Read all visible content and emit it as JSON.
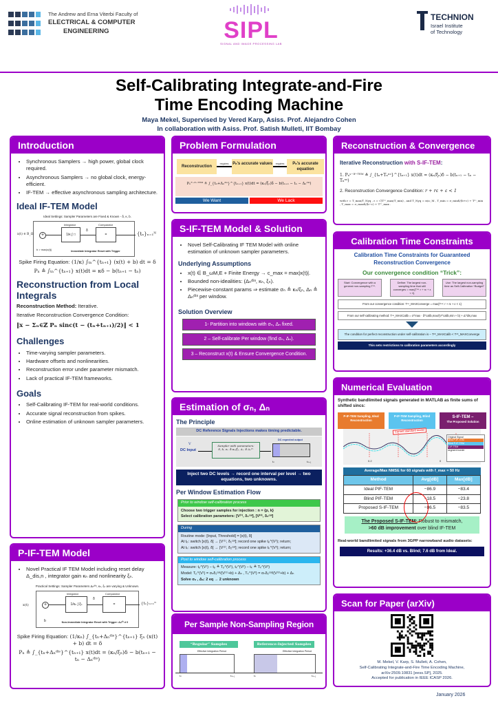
{
  "header": {
    "faculty_line1": "The Andrew and Erna Viterbi Faculty of",
    "faculty_line2": "ELECTRICAL & COMPUTER",
    "faculty_line3": "ENGINEERING",
    "lab_logo": "SIPL",
    "lab_sub": "SIGNAL AND IMAGE PROCESSING LAB",
    "uni_name": "TECHNION",
    "uni_line2": "Israel Institute",
    "uni_line3": "of Technology",
    "title_line1": "Self-Calibrating Integrate-and-Fire",
    "title_line2": "Time Encoding Machine",
    "authors": "Maya Mekel, Supervised by Vered Karp, Asiss. Prof. Alejandro Cohen",
    "collab": "In collaboration with Asiss. Prof. Satish Mulleti, IIT Bombay",
    "accent": "#9b00c8"
  },
  "intro": {
    "title": "Introduction",
    "bullets": [
      "Synchronous Samplers → high power, global clock required.",
      "Asynchronous Samplers → no global clock, energy-efficient.",
      "IF-TEM → effective asynchronous sampling architecture."
    ],
    "ideal_title": "Ideal IF-TEM Model",
    "ideal_settings": "Ideal Settings: Sampler Parameters are Fixed & Known - δ, κ, b.",
    "diag_input": "x(t) ∈ B_Ω",
    "diag_bias": "b > max|x(t)|",
    "diag_integrator": "Integrator",
    "diag_integrator_eq": "1/κ ∫ □",
    "diag_comparator": "Comparator",
    "diag_threshold": "δ",
    "diag_output": "{tₙ}ₙ₌₁ᴺ",
    "diag_reset": "Immediate Integrator Reset with Trigger",
    "spike_label": "Spike Firing Equation:",
    "spike_eq": "(1/κ) ∫ₜₙ^{tₙ₊₁} (x(t) + b) dt = δ",
    "pn_eq": "Pₙ ≜ ∫ₜₙ^{tₙ₊₁} x(t)dt = κδ − b(tₙ₊₁ − tₙ)",
    "recon_title": "Reconstruction from Local Integrals",
    "recon_method_label": "Reconstruction Method:",
    "recon_method": " Iterative.",
    "recon_cond": "Iterative Reconstruction Convergence Condition:",
    "recon_eq": "‖x − Σₙ∈ℤ Pₙ sinc(t − (tₙ+tₙ₊₁)/2)‖ < 1",
    "challenges_title": "Challenges",
    "challenges": [
      "Time-varying sampler parameters.",
      "Hardware offsets and nonlinearities.",
      "Reconstruction error under parameter mismatch.",
      "Lack of practical IF-TEM frameworks."
    ],
    "goals_title": "Goals",
    "goals": [
      "Self-Calibrating IF-TEM for real-world conditions.",
      "Accurate signal reconstruction from spikes.",
      "Online estimation of unknown sampler parameters."
    ]
  },
  "pif": {
    "title": "P-IF-TEM Model",
    "bullet": "Novel Practical IF TEM Model including reset delay Δ_dis,n , integrator gain κₙ and nonlinearity ξₙ.",
    "settings": "Practical Settings: Sampler Parameters Δₙᵈⁱˢ, κₙ, ξₙ are varying & Unknown.",
    "diag_input": "x(t)",
    "diag_bias": "b",
    "diag_integrator": "Integrator",
    "diag_integrator_eq": "1/κₙ ∫ ξₙ",
    "diag_comparator": "Comparator",
    "diag_threshold": "δ",
    "diag_output": "{tₙ}ₙ₌₁ᴺ",
    "diag_reset": "Non-Immediate Integrator Reset with Trigger: Δₙᵈⁱˢ ≠ 0",
    "spike_label": "Spike Firing Equation:",
    "spike_eq": "(1/κₙ) ∫_{tₙ+Δₙᵈⁱˢ}^{tₙ₊₁} ξₙ (x(t) + b) dt = δ",
    "pn_eq": "Pₙ ≜ ∫_{tₙ+Δₙᵈⁱˢ}^{tₙ₊₁} x(t)dt = (κₙ/ξₙ)δ − b(tₙ₊₁ − tₙ − Δₙᵈⁱˢ)"
  },
  "problem": {
    "title": "Problem Formulation",
    "box1": "Reconstruction",
    "arrow1": "requires",
    "box2": "Pₙ's accurate values",
    "arrow2": "requires",
    "box3": "Pₙ's accurate equation",
    "eq": "Pₙᴾ⁻ᴵᶠ⁻ᵀᴱᴹ ≜ ∫_{tₙ+Δₙᵈⁱˢ}^{tₙ₊₁} x(t)dt = (κₙ/ξₙ)δ − b(tₙ₊₁ − tₙ − Δₙᵈⁱˢ)",
    "want": "We Want",
    "lack": "We Lack"
  },
  "sif": {
    "title": "S-IF-TEM Model & Solution",
    "bullet": "Novel Self-Calibrating IF TEM Model with online estimation of unknown sampler parameters.",
    "assumptions_title": "Underlying Assumptions",
    "assumptions": [
      "x(t) ∈ B_ωM,E + Finite Energy → c_max = max|x(t)|.",
      "Bounded non-idealities: (Δₙᵈⁱˢ, κₙ, ξₙ).",
      "Piecewise-constant params ⇒ estimate σₙ ≜ κₙ/ξₙ, Δₙ ≜ Δₙᵈⁱˢ per window."
    ],
    "overview_title": "Solution Overview",
    "steps": [
      "1- Partition into windows with σₙ, Δₙ fixed.",
      "2 – Self-calibrate Per window (find σₙ, Δₙ).",
      "3 – Reconstruct x(t) & Ensure Convergence Condition."
    ]
  },
  "estimation": {
    "title": "Estimation of σₙ, Δₙ",
    "principle_title": "The Principle",
    "principle_banner": "DC Reference Signals Injections makes timing predictable.",
    "dc_input": "DC Input",
    "dc_v": "V",
    "sampler_label": "Sampler with parameters:",
    "sampler_params": "δ, b, σₙ ≜ κₙ/ξₙ, Δₙ ≜ Δₙᵈⁱˢ",
    "dc_output": "DC expected output",
    "t_n": "tₙ",
    "t_n1": "tₙ₊₁",
    "inject": "Inject two DC levels → record one interval per level → two equations, two unknowns.",
    "flow_title": "Per Window Estimation Flow",
    "prior_header": "Prior to window self-calibration process",
    "prior_lines": [
      "Choose two trigger samples for injection : n = {p, k}",
      "Select calibration parameters: [V⁽¹⁾, δ₁ᶜᵃˡ], [V⁽²⁾, δ₂ᶜᵃˡ]"
    ],
    "during_header": "During",
    "during_lines": [
      "Routine mode: [Input, Threshold] = [x(t), δ]",
      "At tₚ: switch [x(t), δ] → [V⁽¹⁾, δ₁ᶜᵃˡ]; record one spike tₚ^(V¹); return;",
      "At tₖ: switch [x(t), δ] → [V⁽²⁾, δ₂ᶜᵃˡ]; record one spike tₖ^(V²); return;"
    ],
    "post_header": "Post to window self-calibration process",
    "post_lines": [
      "Measure: tₚ^(V¹) − tₚ ≜ Tₚ^(V¹), tₖ^(V²) − tₖ ≜ Tₖ^(V²)",
      "Model: Tₚ^(V¹) = σₙδ₁ᶜᵃˡ/(V⁽¹⁾+b) + Δₙ , Tₖ^(V²) = σₙδ₂ᶜᵃˡ/(V⁽²⁾+b) + Δₙ",
      "Solve σₙ , Δₙ: 2 eq → 2 unknown"
    ]
  },
  "nonsampling": {
    "title": "Per Sample Non-Sampling Region",
    "regular": "“Regular” Samples",
    "injected": "Reference-Injected Samples",
    "eff": "Effective Integration Period",
    "t_n": "tₙ",
    "t_n1": "tₙ₊₁"
  },
  "recon": {
    "title": "Reconstruction & Convergence",
    "subtitle_a": "Iterative Reconstruction ",
    "subtitle_b": "with S-IF-TEM",
    "subtitle_c": ":",
    "eq1": "1. Pₙˢ⁻ᴵᶠ⁻ᵀᴱᴹ ≜ ∫_{tₙ+Tₙⁿˢ}^{tₙ₊₁} x(t)dt = (κₙ/ξₙ)δ − b(tₙ₊₁ − tₙ − Tₙⁿˢ)",
    "eq2_label": "2. Reconstruction Convergence Condition:",
    "eq2": "r + rε + ε < 1",
    "where": "with r = T_max/T_Nyq , ε = √(Tⁿˢ_max/T_min) , and T_Nyq = π/ω_M , T_min = σ_minδ/(b+c) + Tⁿˢ_min , T_max = σ_maxδ/(b−c) + Tⁿˢ_max ."
  },
  "calib": {
    "title": "Calibration Time Constraints",
    "subtitle": "Calibration Time Constraints for Guaranteed Reconstruction Convergence",
    "trick": "Our convergence condition “Trick”:",
    "cards": [
      "Start: Convergence with a general non-sampling Tⁿˢ.",
      "Define: The largest non-sampling time that still converges = max{Tⁿˢ: r + rε + ε < 1}",
      "Use: The largest non-sampling time as Self-Calibration “Budget”"
    ],
    "line1": "From our convergence condition: Tⁿˢ_MAXConverge = max{Tⁿˢ: r + rε + ε < 1}",
    "line2": "From our self-calibrating method: Tⁿˢ_MAXCalib = σ^max · δ^calib,max/(V^calib,min + b) + Δ^dis,max",
    "condition": "The condition for perfect reconstruction under self-calibration is – Tⁿˢ_MAXCalib < Tⁿˢ_MAXConverge",
    "footer": "This sets restrictions to calibration parameters accordingly"
  },
  "numeric": {
    "title": "Numerical Evaluation",
    "intro": "Synthetic bandlimited signals generated in MATLAB as finite sums of shifted sincs:",
    "cat1": "P-IF-TEM Sampling, Ideal Reconstruction",
    "cat2": "P-IF-TEM Sampling, Blind Reconstruction",
    "cat3_a": "S-IF-TEM –",
    "cat3_b": "The Proposed Solution",
    "cat_colors": [
      "#e87b2e",
      "#5bc4ef",
      "#7a1f6e"
    ],
    "stamp": "Current standard model",
    "legend": [
      "Original Signal",
      "Ideal P-IF-TEM",
      "Blind P-IF-TEM",
      "S-IF-TEM",
      "segment border"
    ],
    "tick1": "0.2",
    "tick2": "0",
    "table_title": "Average/Max NMSE for 60 signals with f_max = 50 Hz",
    "columns": [
      "Method",
      "Avg[dB]",
      "Max[dB]"
    ],
    "rows": [
      [
        "Ideal PIF-TEM",
        "−86.9",
        "−83.4"
      ],
      [
        "Blind PIF-TEM",
        "−18.5",
        "−23.8"
      ],
      [
        "Proposed S-IF-TEM",
        "−86.5",
        "−83.5"
      ]
    ],
    "highlight_a": "The Proposed S-IF-TEM:",
    "highlight_b": " Robust to mismatch,",
    "highlight_c": ">60 dB improvement",
    "highlight_d": " over blind IF-TEM",
    "real": "Real-world bandlimited signals from 3GPP narrowband audio datasets:",
    "results": "Results: +36.4 dB vs. Blind; 7.6 dB from Ideal."
  },
  "scan": {
    "title": "Scan for Paper (arXiv)",
    "cite": [
      "M. Mekel, V. Karp, S. Mulleti, A. Cohen,",
      "Self-Calibrating Integrate-and-Fire Time Encoding Machine,",
      "arXiv:2509.10831 [eess.SP], 2025.",
      "Accepted for publication in IEEE ICASP 2026."
    ]
  },
  "date": "January 2026"
}
